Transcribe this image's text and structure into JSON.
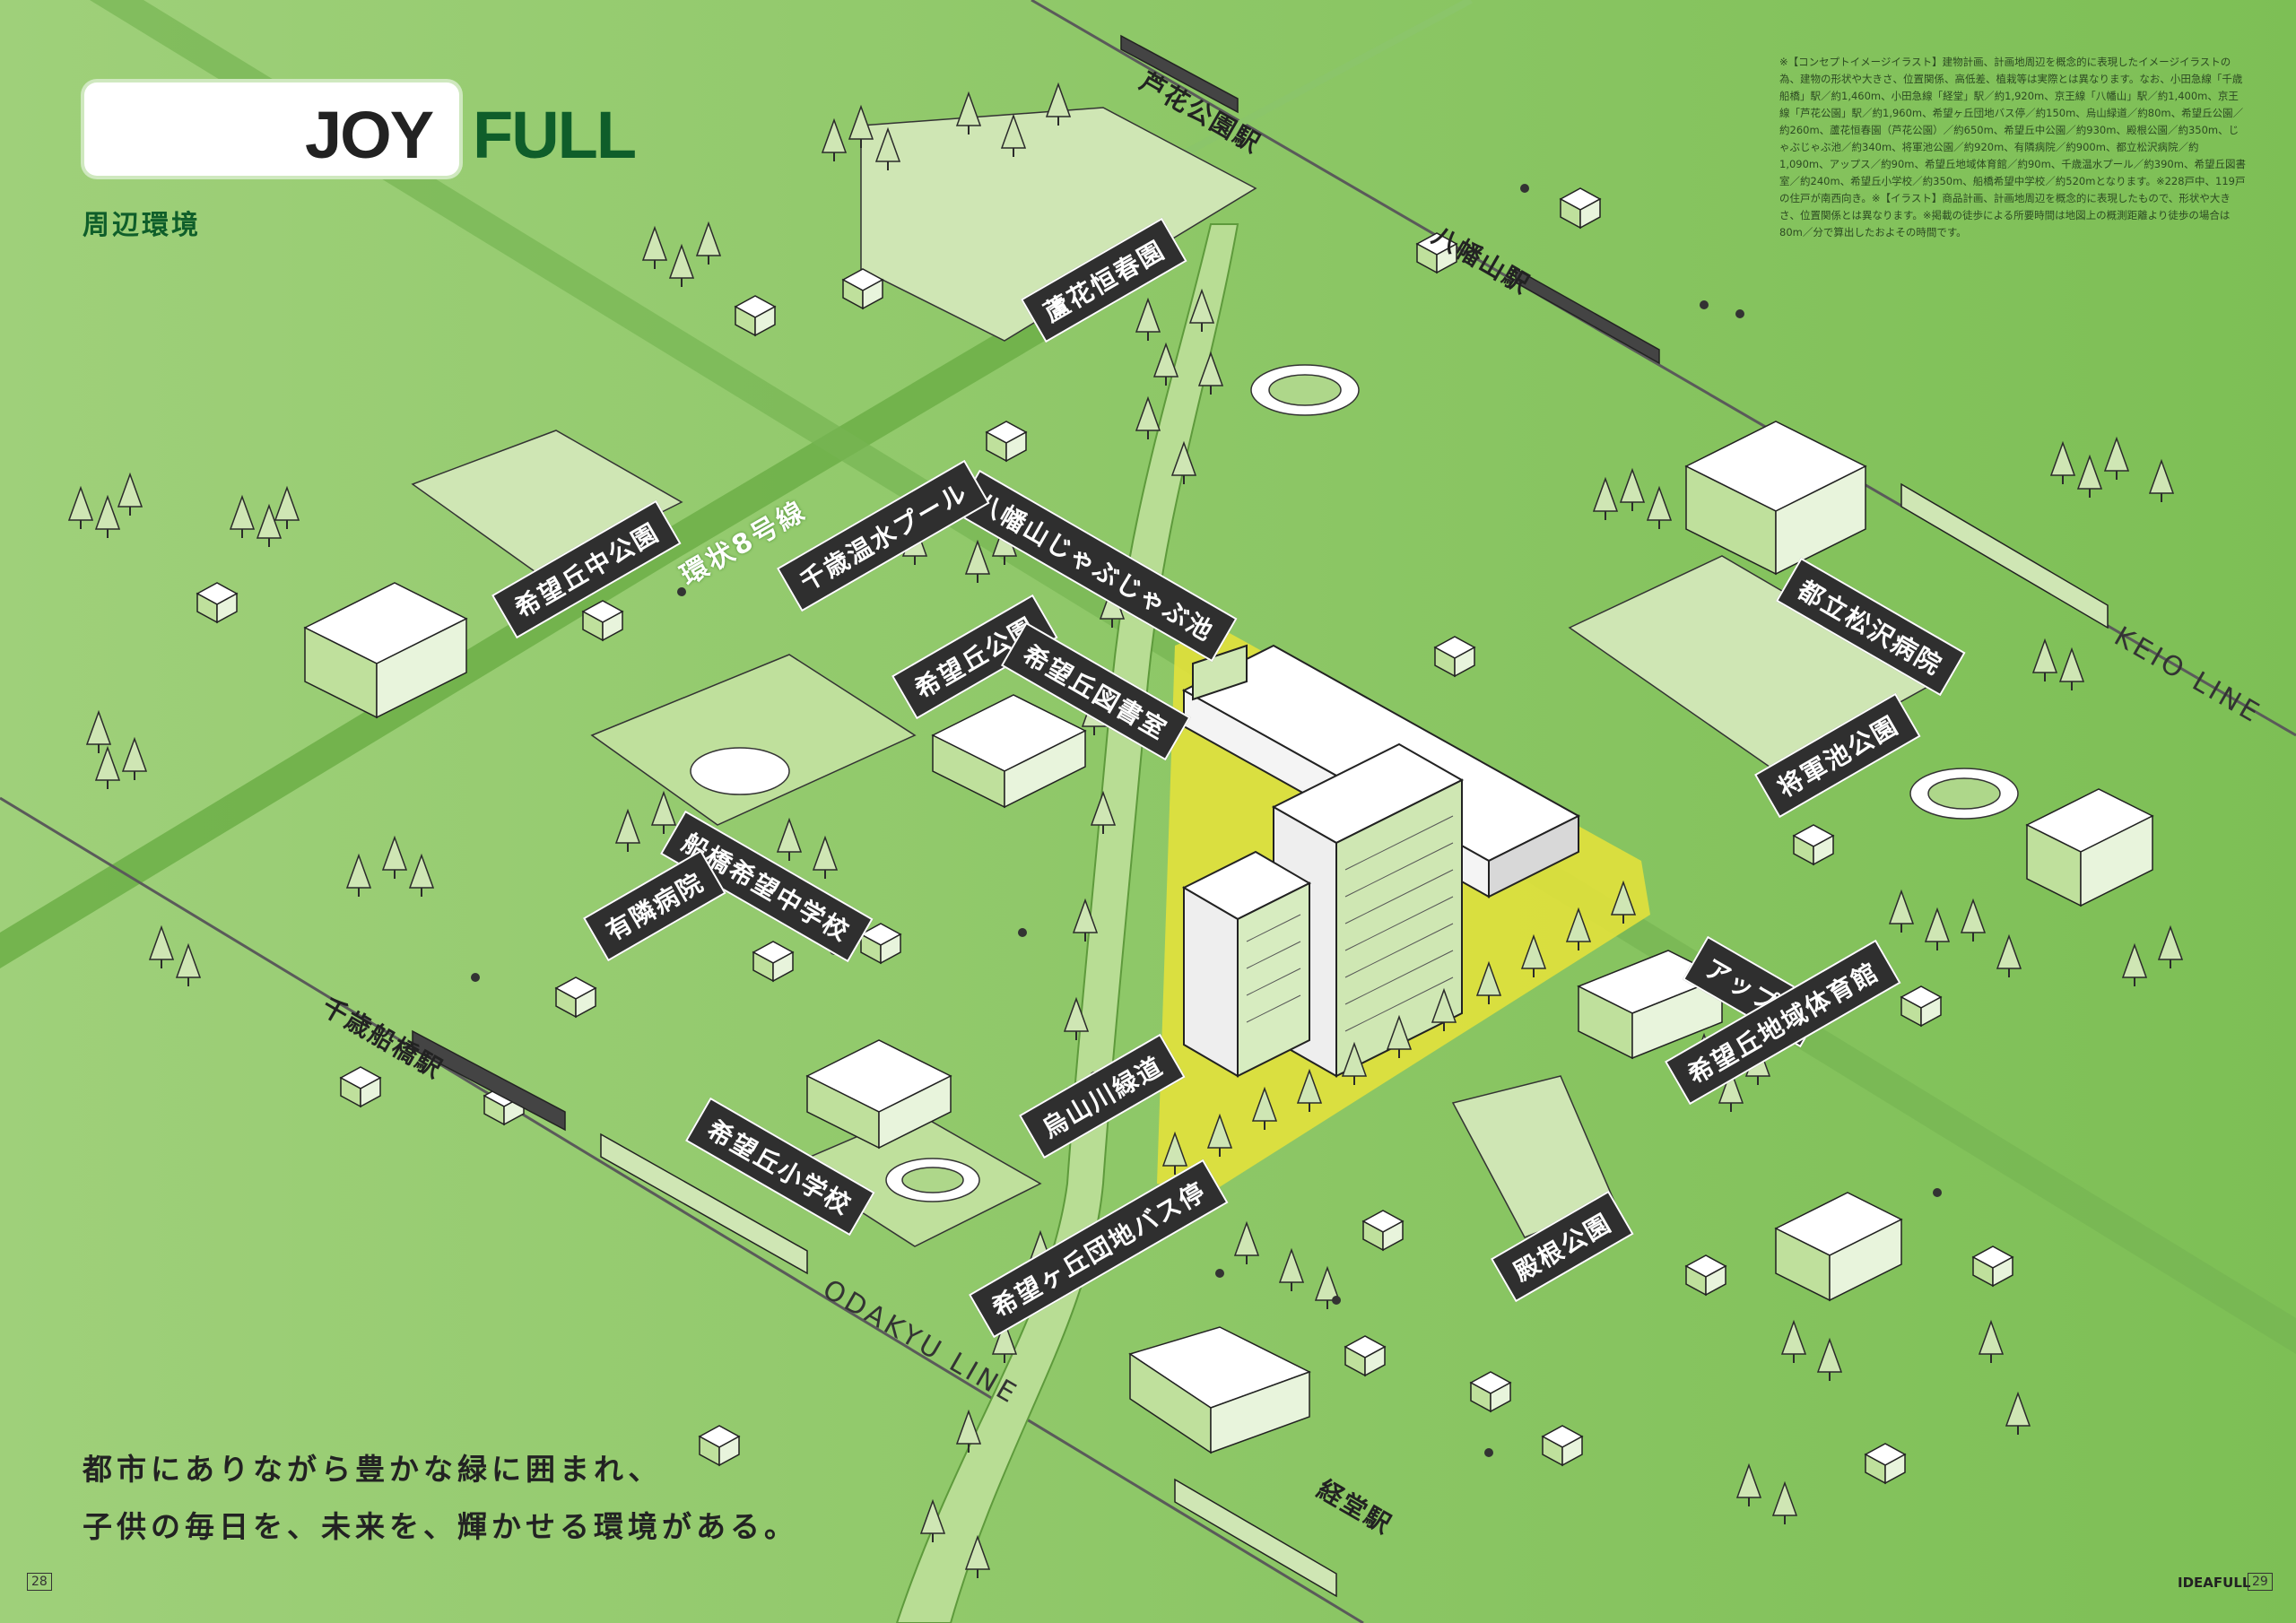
{
  "header": {
    "logo_left": "JOY",
    "logo_right": "FULL",
    "subtitle": "周辺環境"
  },
  "note": "※【コンセプトイメージイラスト】建物計画、計画地周辺を概念的に表現したイメージイラストの為、建物の形状や大きさ、位置関係、高低差、植栽等は実際とは異なります。なお、小田急線「千歳船橋」駅／約1,460m、小田急線「経堂」駅／約1,920m、京王線「八幡山」駅／約1,400m、京王線「芦花公園」駅／約1,960m、希望ヶ丘団地バス停／約150m、烏山緑道／約80m、希望丘公園／約260m、蘆花恒春園（芦花公園）／約650m、希望丘中公園／約930m、殿根公園／約350m、じゃぶじゃぶ池／約340m、将軍池公園／約920m、有隣病院／約900m、都立松沢病院／約1,090m、アップス／約90m、希望丘地域体育館／約90m、千歳温水プール／約390m、希望丘図書室／約240m、希望丘小学校／約350m、船橋希望中学校／約520mとなります。※228戸中、119戸の住戸が南西向き。※【イラスト】商品計画、計画地周辺を概念的に表現したもので、形状や大きさ、位置関係とは異なります。※掲載の徒歩による所要時間は地図上の概測距離より徒歩の場合は80m／分で算出したおよその時間です。",
  "tagline": {
    "line1": "都市にありながら豊かな緑に囲まれ、",
    "line2": "子供の毎日を、未来を、輝かせる環境がある。"
  },
  "footer": {
    "page_left": "28",
    "brand": "IDEAFULL",
    "page_right": "29"
  },
  "labels": {
    "roka_station": "芦花公園駅",
    "roka_park": "蘆花恒春園",
    "hachimanyama_station": "八幡山駅",
    "jabujabu": "八幡山じゃぶじゃぶ池",
    "kibougaoka_naka_park": "希望丘中公園",
    "pool": "千歳温水プール",
    "kibougaoka_park": "希望丘公園",
    "library": "希望丘図書室",
    "matsuzawa_hospital": "都立松沢病院",
    "shogun_park": "将軍池公園",
    "junior_high": "船橋希望中学校",
    "yurin_hospital": "有隣病院",
    "chitose_station": "千歳船橋駅",
    "elementary": "希望丘小学校",
    "karasuyama_path": "烏山川緑道",
    "bus_stop": "希望ヶ丘団地バス停",
    "ups": "アップス",
    "gym": "希望丘地域体育館",
    "tonone_park": "殿根公園",
    "kyodo_station": "経堂駅",
    "kanpachi": "環状8号線",
    "keio_line": "KEIO LINE",
    "odakyu_line": "ODAKYU LINE"
  }
}
